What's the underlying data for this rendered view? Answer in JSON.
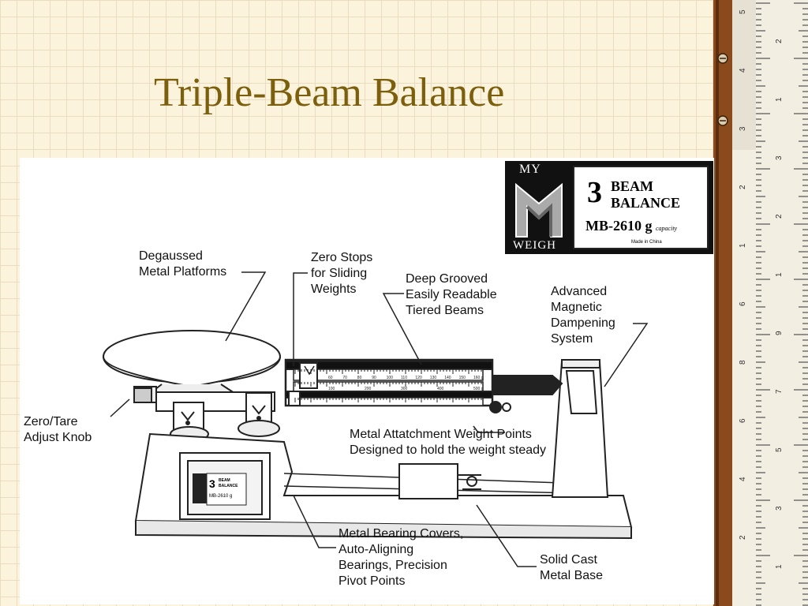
{
  "slide": {
    "title": "Triple-Beam Balance"
  },
  "logo": {
    "brand_top": "MY",
    "brand_bottom": "WEIGH",
    "number": "3",
    "word_1": "BEAM",
    "word_2": "BALANCE",
    "model": "MB-2610 g",
    "capacity_note": "capacity",
    "made_in": "Made in China"
  },
  "callouts": {
    "platforms": "Degaussed\nMetal Platforms",
    "zero_stops": "Zero Stops\nfor Sliding\nWeights",
    "beams": "Deep Grooved\nEasily Readable\nTiered Beams",
    "dampening": "Advanced\nMagnetic\nDampening\nSystem",
    "zero_tare": "Zero/Tare\nAdjust Knob",
    "weight_points": "Metal Attatchment Weight Points\nDesigned to hold the weight steady",
    "bearings": "Metal Bearing Covers,\nAuto-Aligning\nBearings, Precision\nPivot Points",
    "base": "Solid Cast\nMetal Base"
  },
  "beam_scale": {
    "top": [
      "60",
      "70",
      "80",
      "90",
      "100",
      "110",
      "120",
      "130",
      "140",
      "150",
      "160 g"
    ],
    "middle": [
      "100",
      "200",
      "300",
      "400",
      "500 g"
    ]
  },
  "base_label": {
    "number": "3",
    "word_1": "BEAM",
    "word_2": "BALANCE",
    "model": "MB-2610 g"
  },
  "ruler_marks": [
    "5",
    "2",
    "4",
    "1",
    "3",
    "3",
    "2",
    "2",
    "1",
    "1",
    "6",
    "9",
    "8",
    "7",
    "6",
    "5",
    "4",
    "3",
    "2",
    "1"
  ],
  "colors": {
    "title": "#7b5f0c",
    "background": "#fbf3dc",
    "ruler_wood": "#8a4a1c",
    "ruler_face": "#f2eee2"
  }
}
